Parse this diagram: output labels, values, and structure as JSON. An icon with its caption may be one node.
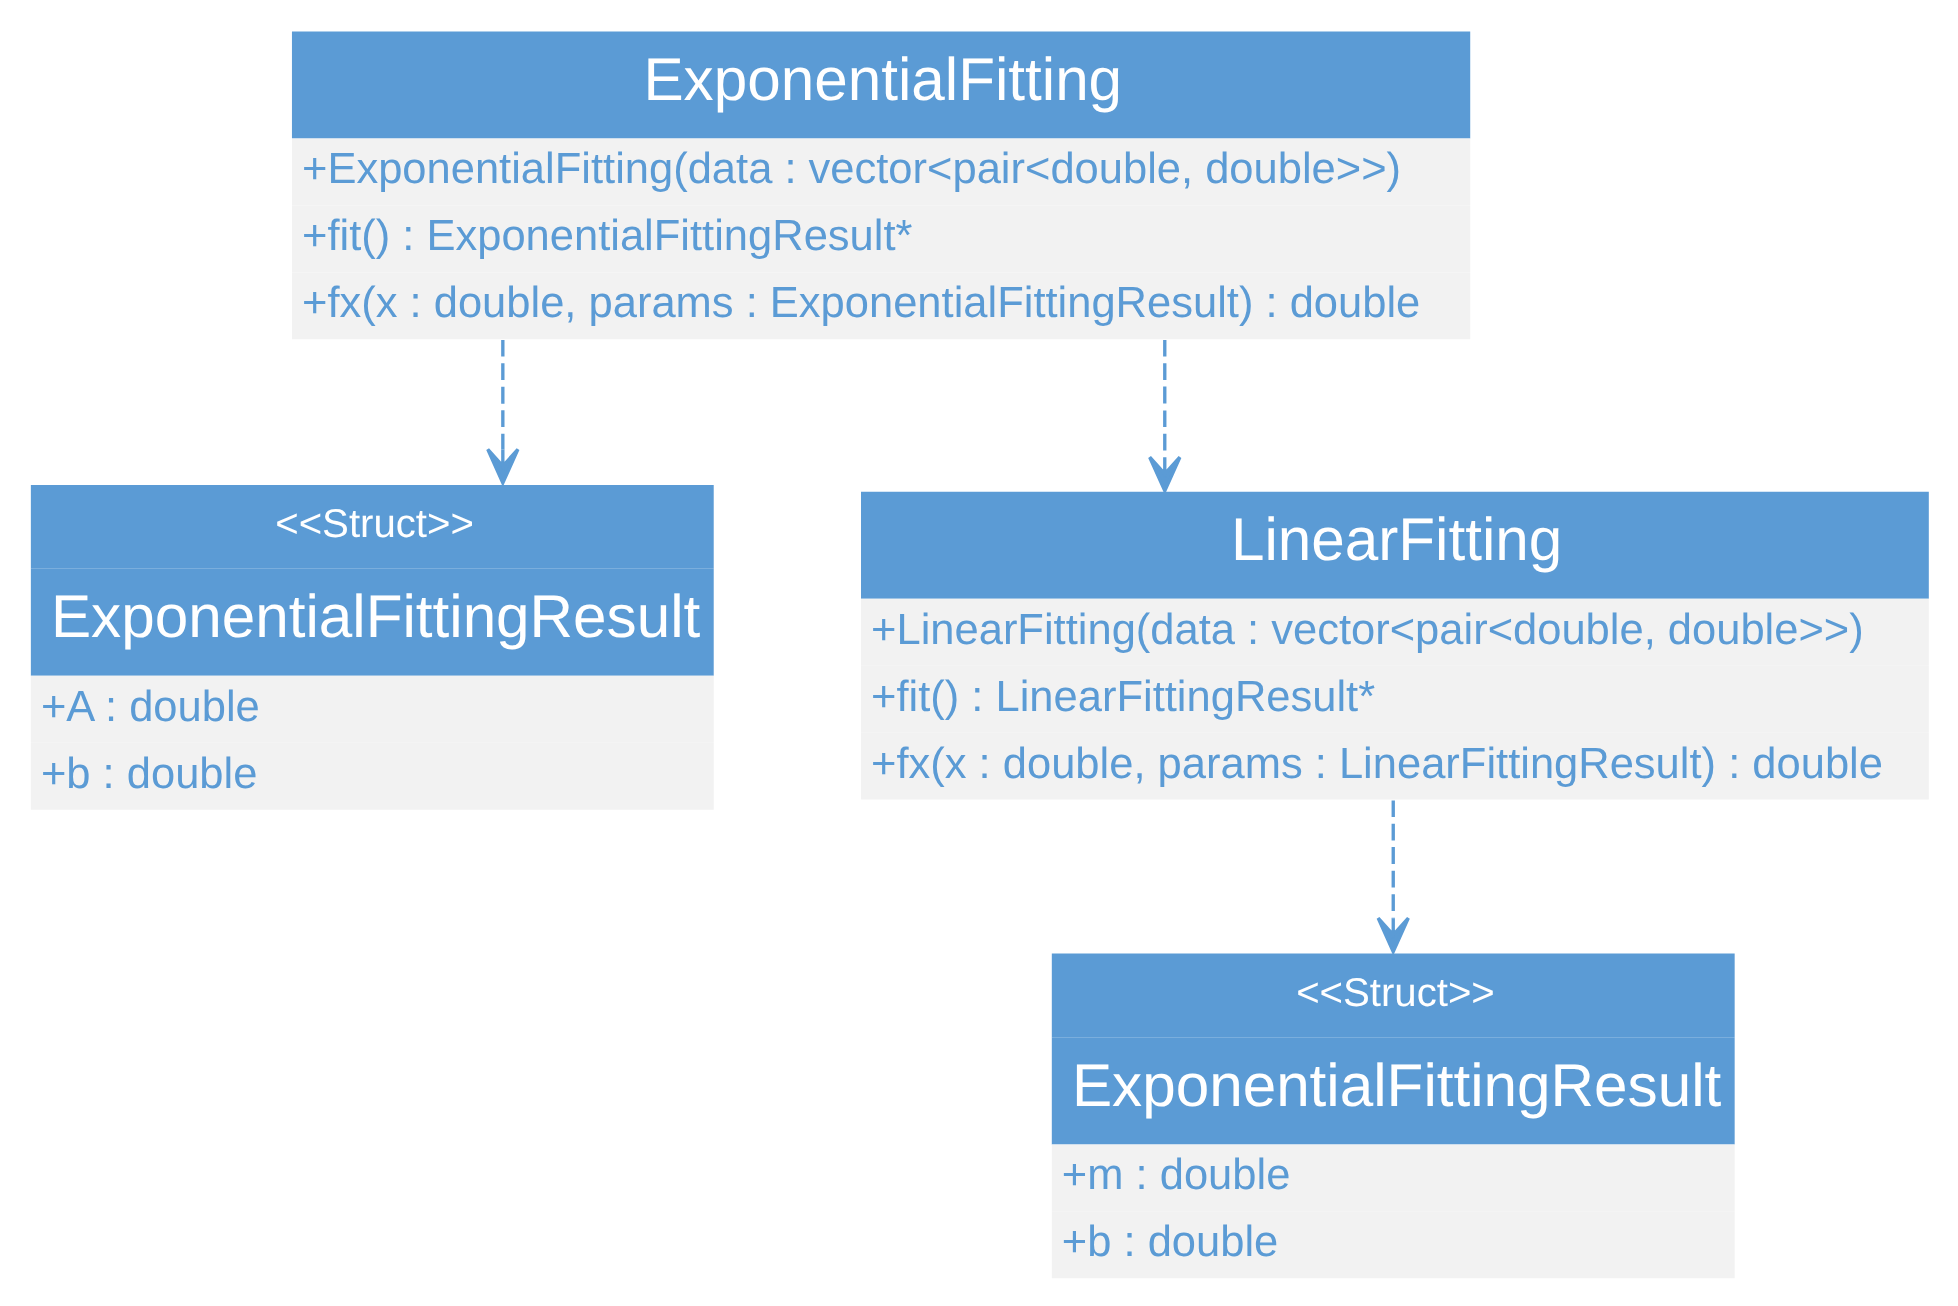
{
  "diagram": {
    "nodes": [
      {
        "text": [
          "ExponentialFitting",
          "+ExponentialFitting(data : vector<pair<double, double>>)",
          "+fit() : ExponentialFittingResult*",
          "+fx(x : double, params : ExponentialFittingResult) : double"
        ]
      },
      {
        "text": [
          "<<Struct>>",
          "ExponentialFittingResult",
          "+A : double",
          "+b : double"
        ]
      },
      {
        "text": [
          "LinearFitting",
          "+LinearFitting(data : vector<pair<double, double>>)",
          "+fit() : LinearFittingResult*",
          "+fx(x : double, params : LinearFittingResult) : double"
        ]
      },
      {
        "text": [
          "<<Struct>>",
          "ExponentialFittingResult",
          "+m : double",
          "+b : double"
        ]
      }
    ],
    "edges": [
      {
        "from": 0,
        "to": 1,
        "arrow": "to",
        "style": "dashed"
      },
      {
        "from": 0,
        "to": 2,
        "arrow": "to",
        "style": "dashed"
      },
      {
        "from": 2,
        "to": 3,
        "arrow": "to",
        "style": "dashed"
      }
    ]
  }
}
